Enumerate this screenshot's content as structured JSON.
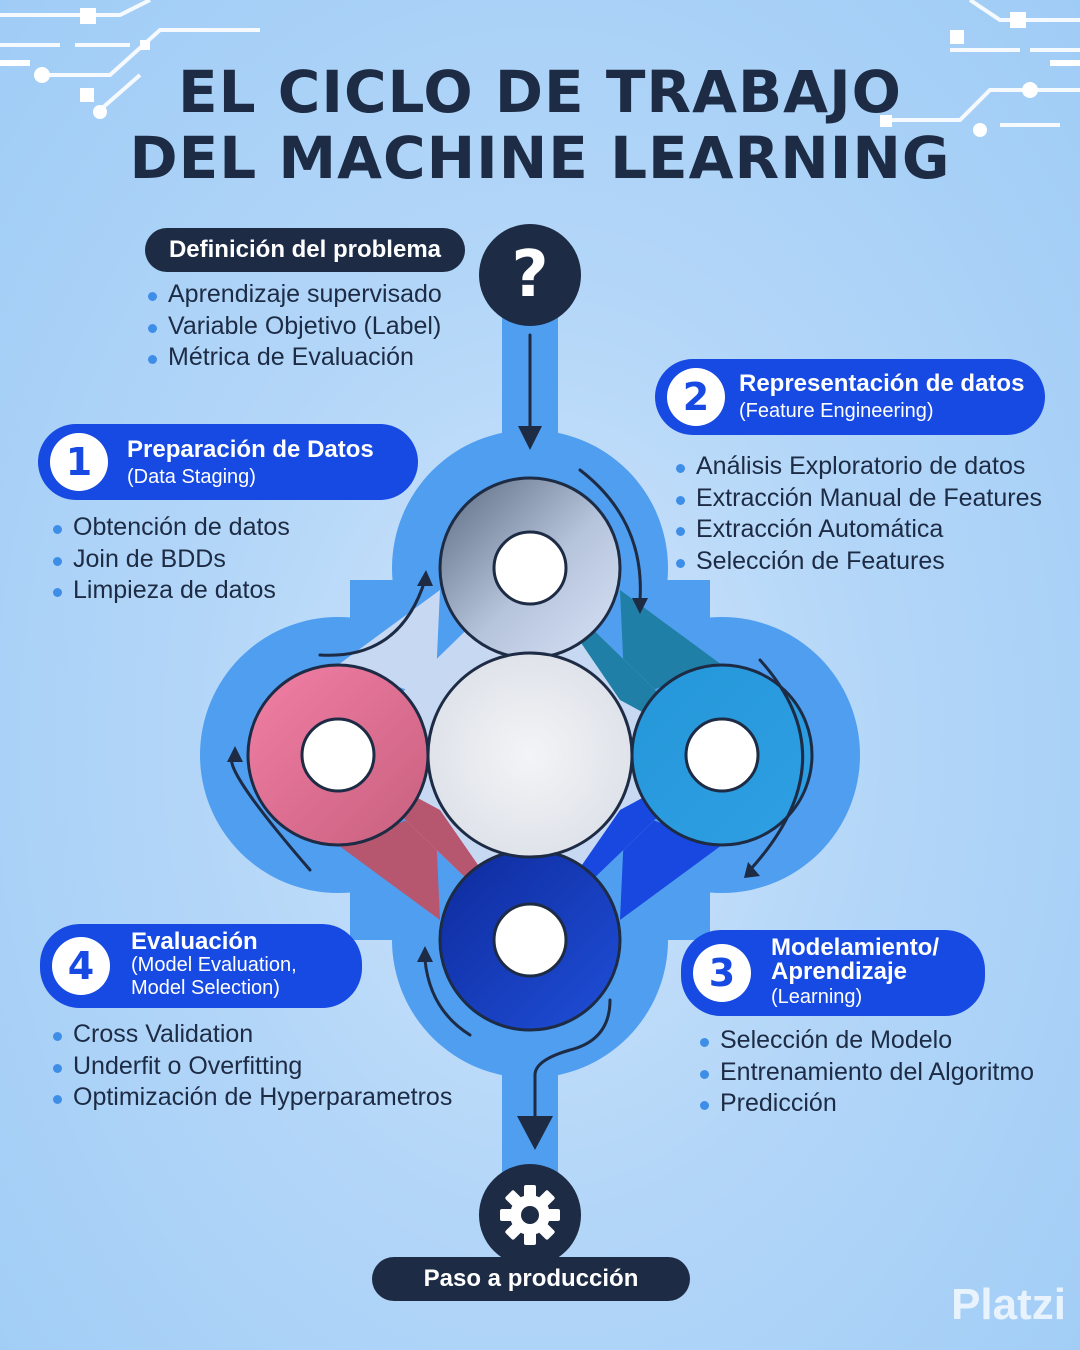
{
  "title": {
    "line1": "EL CICLO DE TRABAJO",
    "line2": "DEL MACHINE LEARNING"
  },
  "problem": {
    "label": "Definición del problema",
    "icon": "question-icon",
    "items": [
      "Aprendizaje supervisado",
      "Variable Objetivo (Label)",
      "Métrica de Evaluación"
    ]
  },
  "steps": [
    {
      "number": "1",
      "title": "Preparación de Datos",
      "subtitle": "(Data Staging)",
      "items": [
        "Obtención de datos",
        "Join de BDDs",
        "Limpieza de datos"
      ]
    },
    {
      "number": "2",
      "title": "Representación de datos",
      "subtitle": "(Feature Engineering)",
      "items": [
        "Análisis Exploratorio de datos",
        "Extracción Manual de Features",
        "Extracción Automática",
        "Selección de Features"
      ]
    },
    {
      "number": "3",
      "title": "Modelamiento/",
      "title2": "Aprendizaje",
      "subtitle": "(Learning)",
      "items": [
        "Selección de Modelo",
        "Entrenamiento del Algoritmo",
        "Predicción"
      ]
    },
    {
      "number": "4",
      "title": "Evaluación",
      "subtitle": "(Model Evaluation,",
      "subtitle2": "Model Selection)",
      "items": [
        "Cross Validation",
        "Underfit o Overfitting",
        "Optimización de Hyperparametros"
      ]
    }
  ],
  "production": {
    "label": "Paso a producción",
    "icon": "gear-icon"
  },
  "brand": {
    "name": "Platzi"
  },
  "colors": {
    "dark_navy": "#1d2b44",
    "accent_blue": "#1749e3",
    "frame_blue": "#4f9ef0",
    "pink": "#f07aa0",
    "teal": "#2aa3de",
    "light_blue": "#c2d8f4",
    "bullet": "#3e8ee8"
  }
}
